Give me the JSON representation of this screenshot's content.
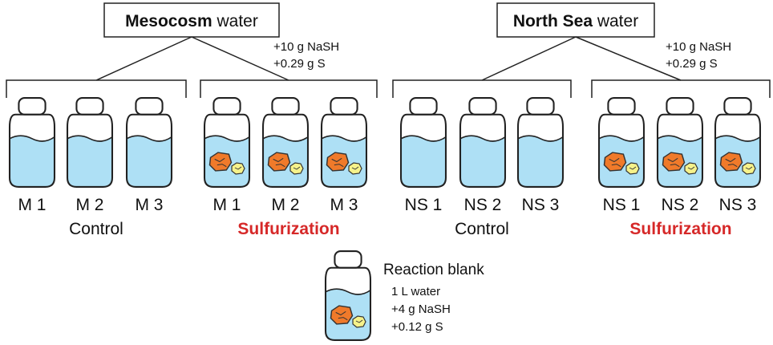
{
  "groups": [
    {
      "title_bold": "Mesocosm",
      "title_rest": " water",
      "additions": [
        "+10 g NaSH",
        "+0.29 g S"
      ],
      "control": {
        "label": "Control",
        "bottles": [
          "M 1",
          "M 2",
          "M 3"
        ]
      },
      "treatment": {
        "label": "Sulfurization",
        "bottles": [
          "M 1",
          "M 2",
          "M 3"
        ]
      }
    },
    {
      "title_bold": "North Sea",
      "title_rest": " water",
      "additions": [
        "+10 g NaSH",
        "+0.29 g S"
      ],
      "control": {
        "label": "Control",
        "bottles": [
          "NS 1",
          "NS 2",
          "NS 3"
        ]
      },
      "treatment": {
        "label": "Sulfurization",
        "bottles": [
          "NS 1",
          "NS 2",
          "NS 3"
        ]
      }
    }
  ],
  "blank": {
    "title": "Reaction blank",
    "lines": [
      "1 L water",
      "+4 g NaSH",
      "+0.12 g S"
    ]
  },
  "colors": {
    "water": "#aee0f5",
    "nash": "#f07a2a",
    "sulfur": "#f6f28a",
    "highlight": "#d62828"
  }
}
